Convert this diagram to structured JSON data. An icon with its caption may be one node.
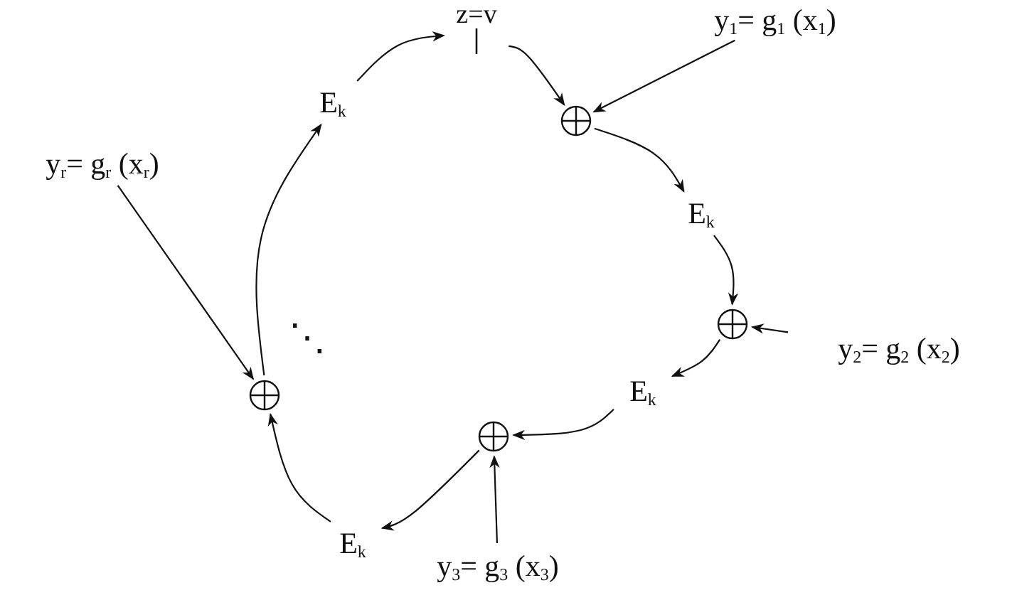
{
  "diagram": {
    "nodes": [
      {
        "text": [
          "z=v"
        ]
      },
      {
        "text": [],
        "shape": "circle"
      },
      {
        "text": [
          "y$_{1}$= g$_{1}$ (x$_{1}$)"
        ]
      },
      {
        "text": [
          "E$_{k}$"
        ]
      },
      {
        "text": [],
        "shape": "circle"
      },
      {
        "text": [
          "y$_{2}$= g$_{2}$ (x$_{2}$)"
        ]
      },
      {
        "text": [
          "E$_{k}$"
        ]
      },
      {
        "text": [],
        "shape": "circle"
      },
      {
        "text": [
          "y$_{3}$= g$_{3}$ (x$_{3}$)"
        ]
      },
      {
        "text": [
          "E$_{k}$"
        ]
      },
      {
        "text": [],
        "shape": "circle"
      },
      {
        "text": [
          "y$_{r}$= g$_{r}$ (x$_{r}$)"
        ]
      },
      {
        "text": [
          "E$_{k}$"
        ]
      }
    ],
    "edges": [
      {
        "from": 0,
        "to": 1,
        "arrow": "to"
      },
      {
        "from": 2,
        "to": 1,
        "arrow": "to"
      },
      {
        "from": 1,
        "to": 3,
        "arrow": "to"
      },
      {
        "from": 3,
        "to": 4,
        "arrow": "to"
      },
      {
        "from": 5,
        "to": 4,
        "arrow": "to"
      },
      {
        "from": 4,
        "to": 6,
        "arrow": "to"
      },
      {
        "from": 6,
        "to": 10,
        "arrow": "to"
      },
      {
        "from": 8,
        "to": 10,
        "arrow": "to"
      },
      {
        "from": 10,
        "to": 9,
        "arrow": "to"
      },
      {
        "from": 9,
        "to": 7,
        "arrow": "to"
      },
      {
        "from": 11,
        "to": 7,
        "arrow": "to"
      },
      {
        "from": 7,
        "to": 12,
        "arrow": "to"
      },
      {
        "from": 12,
        "to": 0,
        "arrow": "to"
      }
    ],
    "labels": [
      "⋱"
    ]
  }
}
